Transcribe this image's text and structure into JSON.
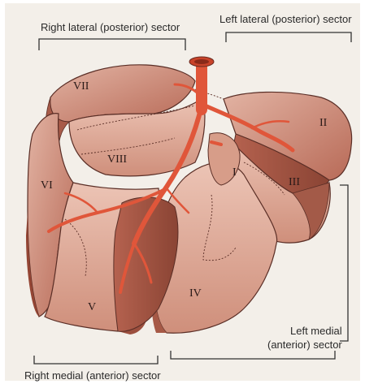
{
  "labels": {
    "right_lateral": "Right lateral (posterior) sector",
    "left_lateral": "Left lateral (posterior) sector",
    "left_medial_line1": "Left medial",
    "left_medial_line2": "(anterior) sector",
    "right_medial": "Right medial (anterior) sector"
  },
  "segments": {
    "I": "I",
    "II": "II",
    "III": "III",
    "IV": "IV",
    "V": "V",
    "VI": "VI",
    "VII": "VII",
    "VIII": "VIII"
  },
  "colors": {
    "background": "#f3efe9",
    "liver_light": "#d9a594",
    "liver_mid": "#c88572",
    "liver_dark": "#9e5646",
    "vessel": "#e0563a",
    "outline": "#5a2e26"
  }
}
